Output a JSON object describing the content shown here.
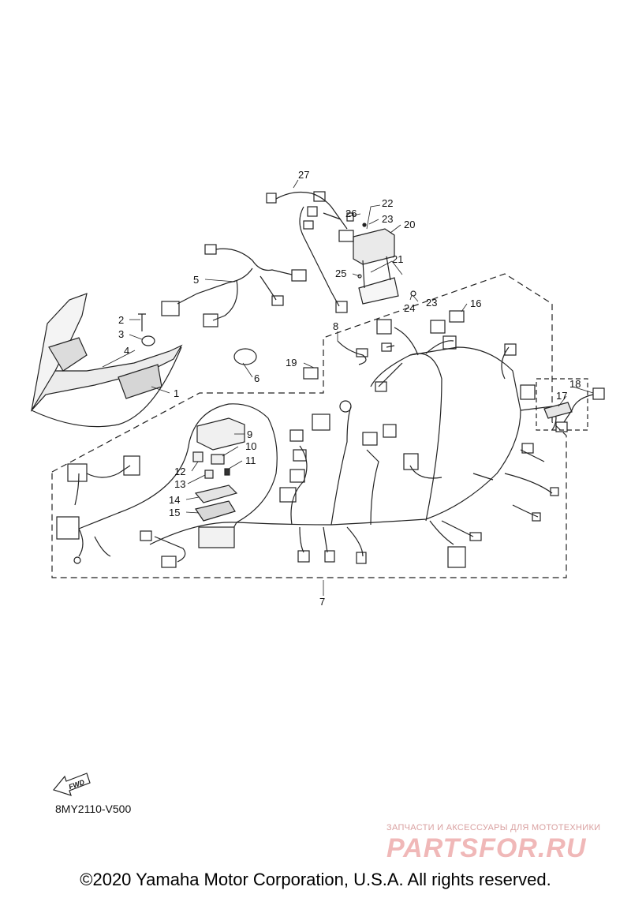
{
  "callouts": [
    "1",
    "2",
    "3",
    "4",
    "5",
    "6",
    "7",
    "8",
    "9",
    "10",
    "11",
    "12",
    "13",
    "14",
    "15",
    "16",
    "17",
    "18",
    "19",
    "20",
    "21",
    "22",
    "23",
    "23",
    "24",
    "25",
    "26",
    "27"
  ],
  "fwd_label": "FWD",
  "diagram_code": "8MY2110-V500",
  "watermark": {
    "tagline": "ЗАПЧАСТИ И АКСЕССУАРЫ ДЛЯ МОТОТЕХНИКИ",
    "logo": "PARTSFOR.RU",
    "color": "#f0b8b8"
  },
  "copyright": "©2020 Yamaha Motor Corporation, U.S.A. All rights reserved."
}
